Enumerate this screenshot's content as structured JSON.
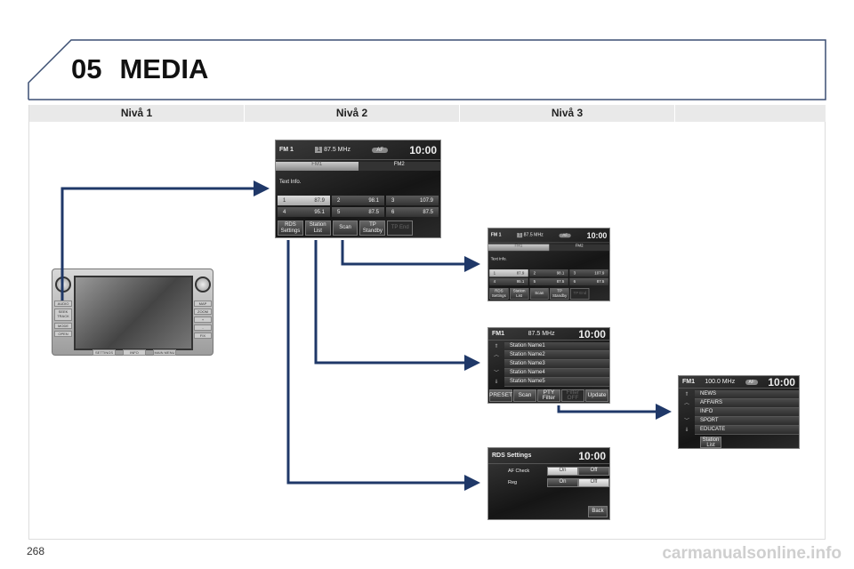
{
  "header": {
    "chapter": "05",
    "title": "MEDIA"
  },
  "columns": [
    "Nivå 1",
    "Nivå 2",
    "Nivå 3"
  ],
  "page_number": "268",
  "watermark": "carmanualsonline.info",
  "arrow_color": "#1f3868",
  "device": {
    "left_labels": [
      "AUDIO",
      "SEEK TRACK",
      "MODE",
      "OPEN"
    ],
    "right_labels": [
      "MAP",
      "ZOOM",
      "+",
      "-",
      "FIX"
    ],
    "bottom_labels": [
      "SETTINGS",
      "INFO",
      "MAIN MENU"
    ]
  },
  "radio_screen": {
    "band": "FM 1",
    "preset_badge": "1",
    "frequency": "87.5",
    "unit": "MHz",
    "clock": "10:00",
    "af": "AF",
    "tabs": [
      "FM1",
      "FM2"
    ],
    "text_info": "Text Info.",
    "presets": [
      {
        "n": "1",
        "f": "87.9"
      },
      {
        "n": "2",
        "f": "98.1"
      },
      {
        "n": "3",
        "f": "107.9"
      },
      {
        "n": "4",
        "f": "95.1"
      },
      {
        "n": "5",
        "f": "87.5"
      },
      {
        "n": "6",
        "f": "87.5"
      }
    ],
    "buttons": [
      "RDS Settings",
      "Station List",
      "Scan",
      "TP Standby",
      "TP End"
    ]
  },
  "station_list_screen": {
    "band": "FM1",
    "frequency": "87.5 MHz",
    "clock": "10:00",
    "stations": [
      "Station Name1",
      "Station Name2",
      "Station Name3",
      "Station Name4",
      "Station Name5"
    ],
    "buttons": [
      "PRESET",
      "Scan",
      "PTY Filter",
      "Filter OFF",
      "Update"
    ]
  },
  "pty_screen": {
    "band": "FM1",
    "frequency": "100.0 MHz",
    "clock": "10:00",
    "af": "AF",
    "items": [
      "NEWS",
      "AFFAIRS",
      "INFO",
      "SPORT",
      "EDUCATE"
    ],
    "button": "Station List"
  },
  "rds_screen": {
    "title": "RDS Settings",
    "clock": "10:00",
    "rows": [
      {
        "label": "AF Check",
        "on": "On",
        "off": "Off",
        "selected": "On"
      },
      {
        "label": "Reg",
        "on": "On",
        "off": "Off",
        "selected": "Off"
      }
    ],
    "back": "Back"
  }
}
